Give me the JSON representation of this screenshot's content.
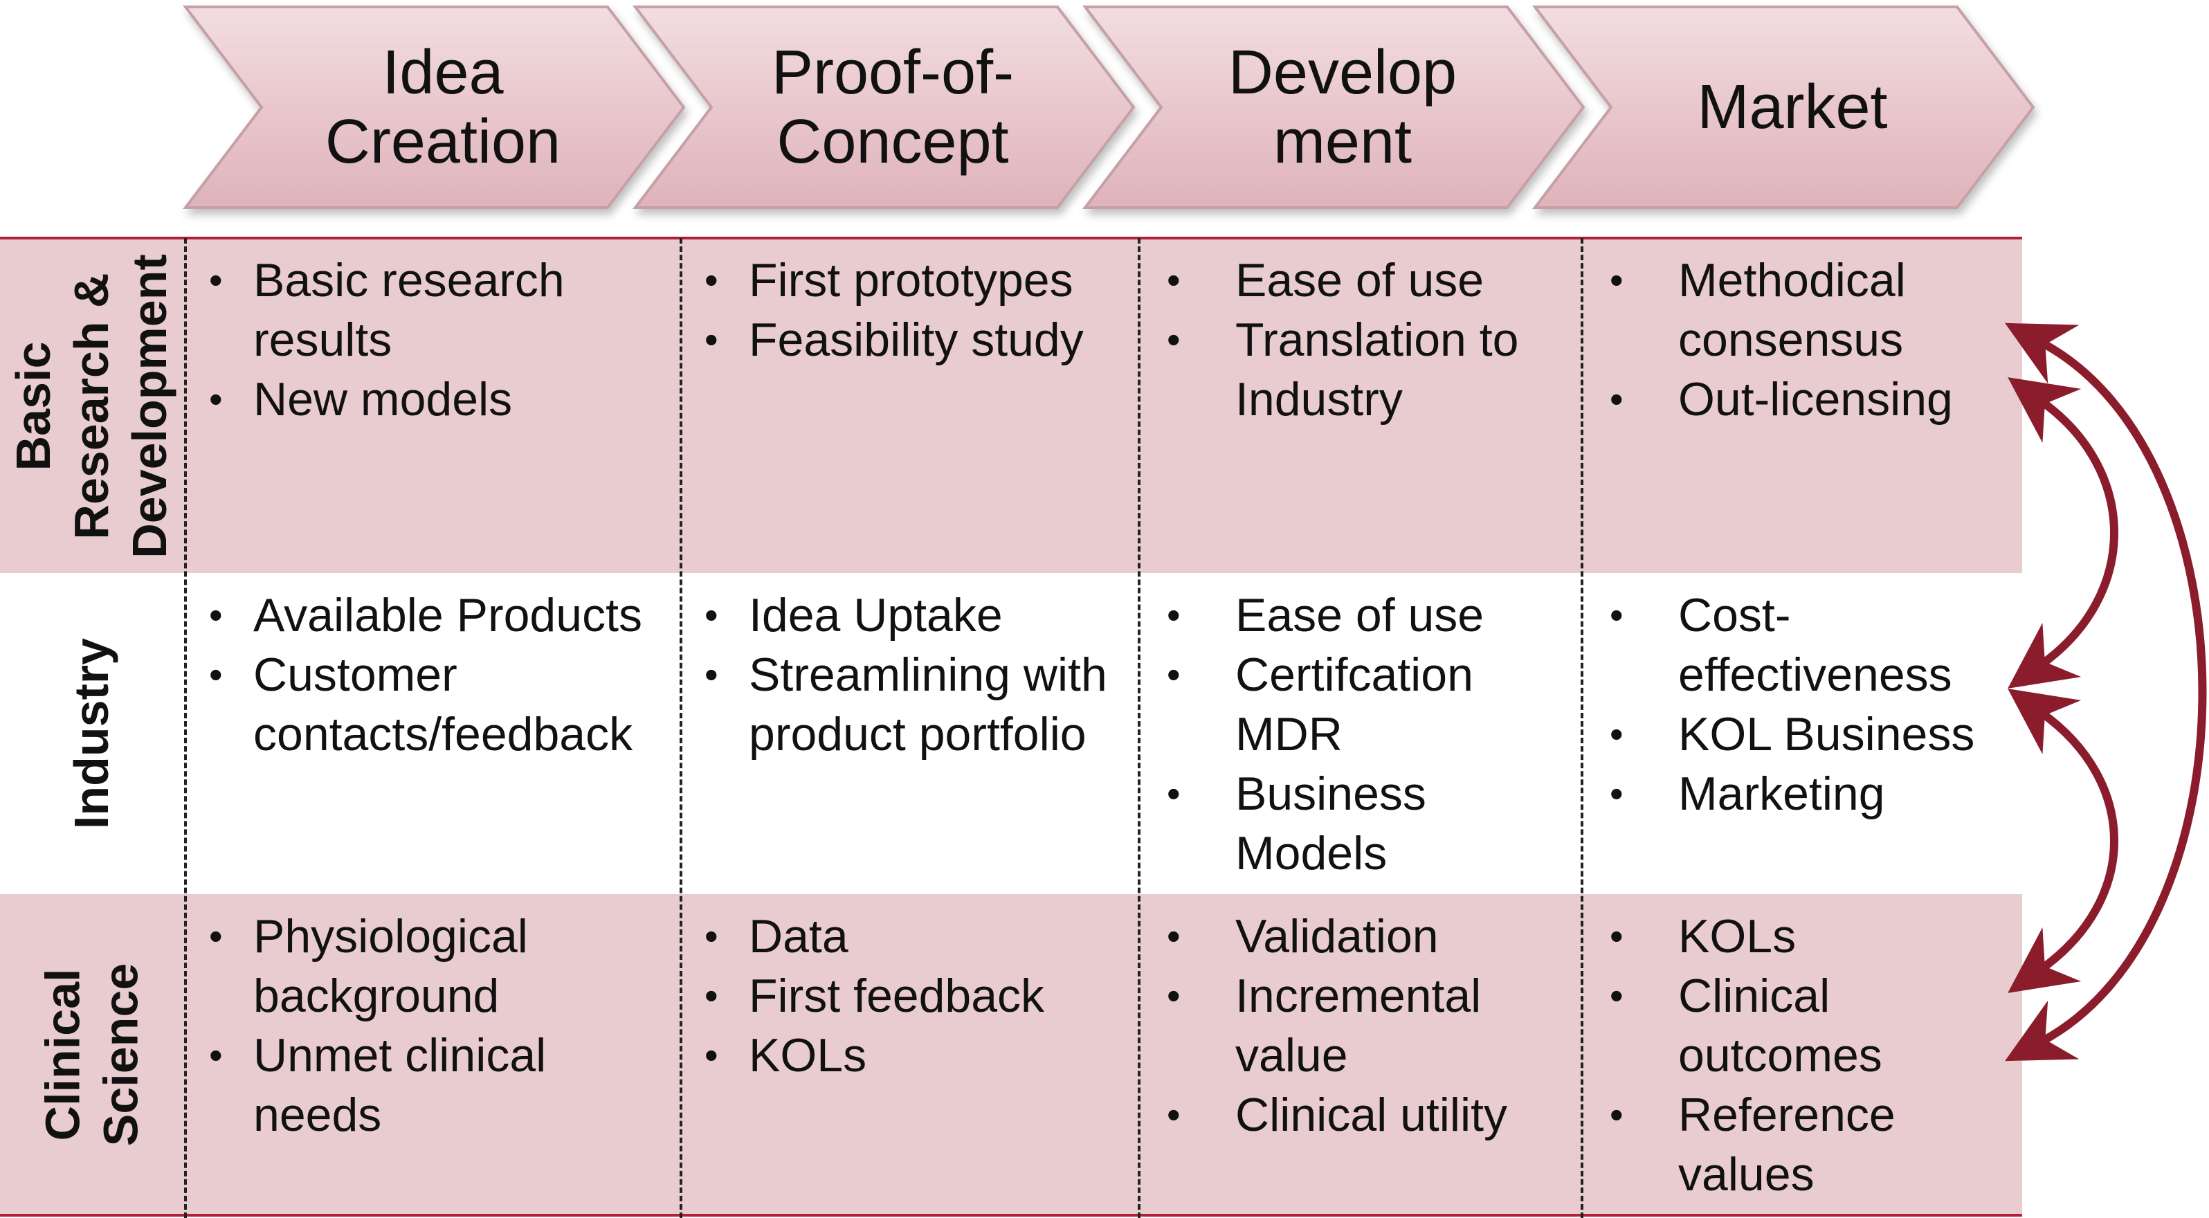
{
  "colors": {
    "chevron_fill": "#e7c4c9",
    "chevron_stroke": "#c5a0a6",
    "row_shaded": "#e8ccd0",
    "rule": "#b11f38",
    "arrow": "#8b1c2c"
  },
  "stages": [
    {
      "label": "Idea\nCreation"
    },
    {
      "label": "Proof-of-\nConcept"
    },
    {
      "label": "Develop\nment"
    },
    {
      "label": "Market"
    }
  ],
  "rows": [
    {
      "label": "Basic\nResearch &\nDevelopment",
      "cells": [
        [
          "Basic research results",
          "New models"
        ],
        [
          "First prototypes",
          "Feasibility study"
        ],
        [
          "Ease of use",
          "Translation to Industry"
        ],
        [
          "Methodical consensus",
          "Out-licensing"
        ]
      ]
    },
    {
      "label": "Industry",
      "cells": [
        [
          "Available Products",
          "Customer contacts/feedback"
        ],
        [
          "Idea Uptake",
          "Streamlining with product portfolio"
        ],
        [
          "Ease of use",
          "Certifcation MDR",
          "Business Models"
        ],
        [
          "Cost-effectiveness",
          "KOL Business",
          "Marketing"
        ]
      ]
    },
    {
      "label": "Clinical\nScience",
      "cells": [
        [
          "Physiological background",
          "Unmet clinical needs"
        ],
        [
          "Data",
          "First feedback",
          "KOLs"
        ],
        [
          "Validation",
          "Incremental value",
          "Clinical utility"
        ],
        [
          "KOLs",
          "Clinical outcomes",
          "Reference values"
        ]
      ]
    }
  ],
  "bullet_symbol": "•"
}
